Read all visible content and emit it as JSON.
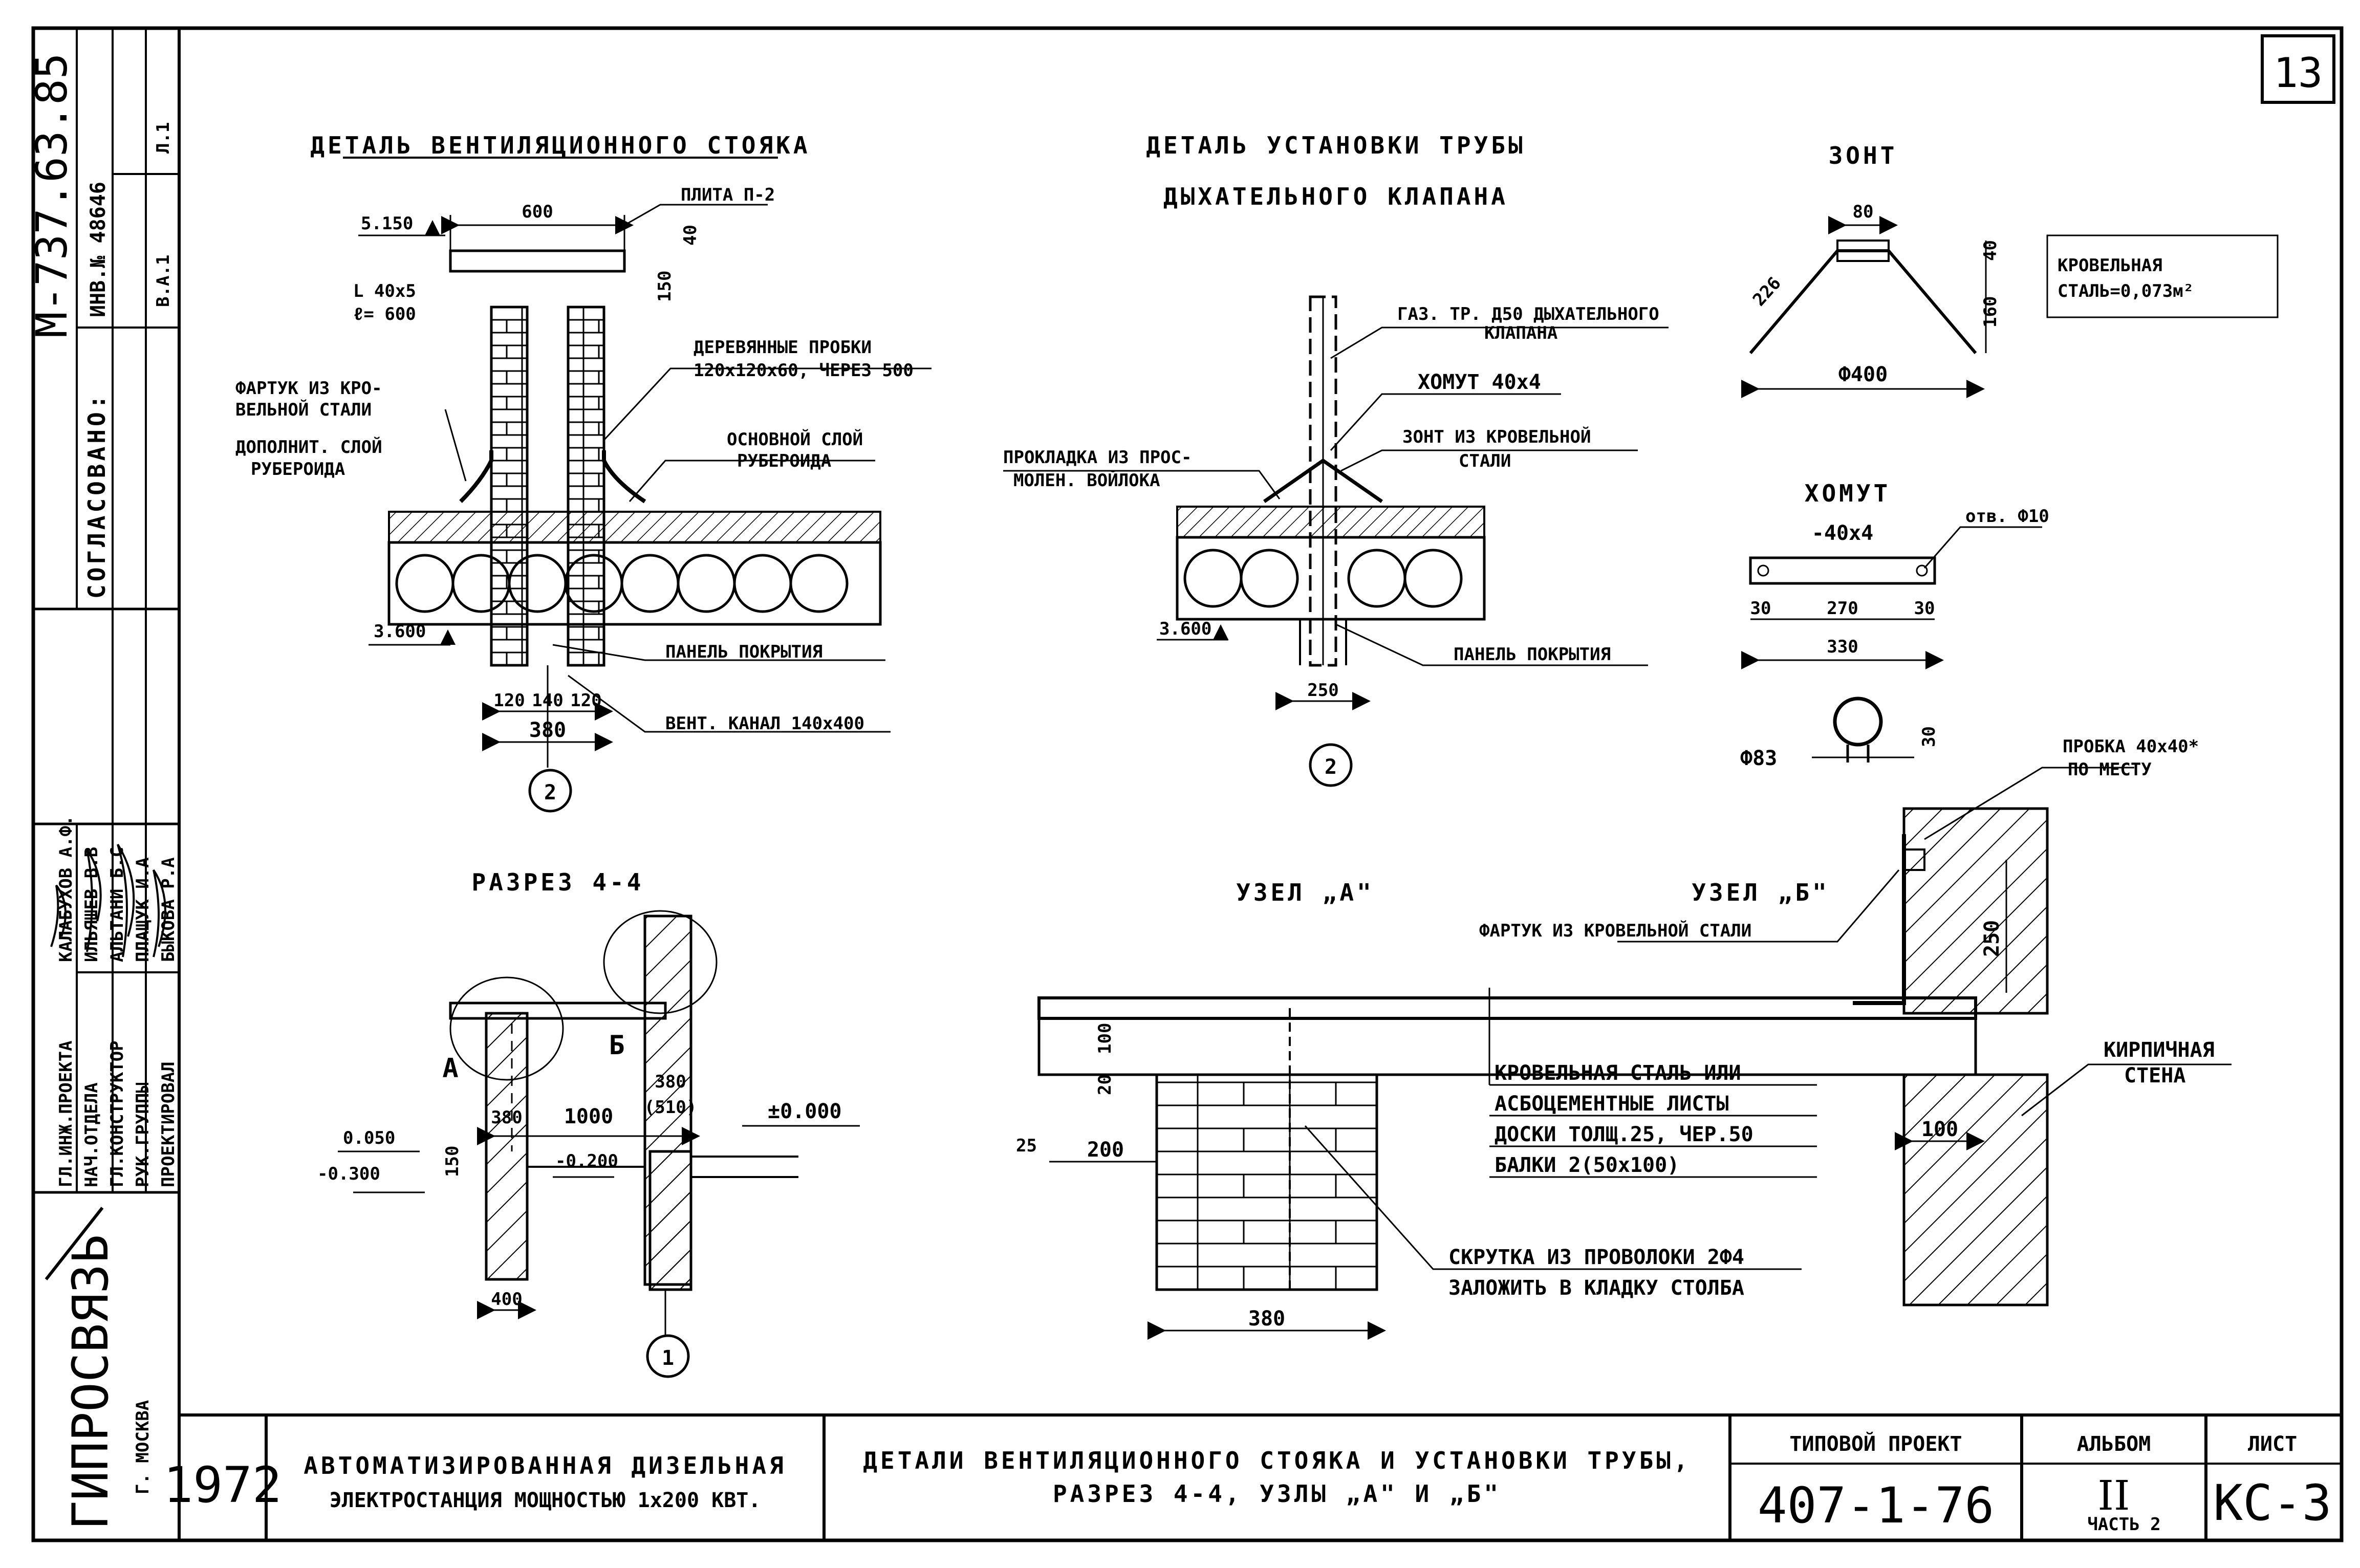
{
  "sheet": {
    "sheet_number": "13",
    "left_strip": {
      "code": "М-737.63.85",
      "inv": "ИНВ.№ 48646",
      "mark1": "Л.1",
      "mark2": "В.А.1",
      "agreed": "СОГЛАСОВАНО:",
      "org": "ГИПРОСВЯЗЬ",
      "city": "Г. МОСКВА",
      "roles": [
        "ГЛ.ИНЖ.ПРОЕКТА",
        "НАЧ.ОТДЕЛА",
        "ГЛ.КОНСТРУКТОР",
        "РУК.ГРУППЫ",
        "ПРОЕКТИРОВАЛ"
      ],
      "names": [
        "КАЛАБУХОВ А.Ф.",
        "ИЛЬЯШЕВ В.В",
        "АЛЬТАНИ Б.С",
        "ПЛАЩУК И.А",
        "БЫКОВА Р.А"
      ]
    },
    "title_block": {
      "year": "1972",
      "project_desc_1": "АВТОМАТИЗИРОВАННАЯ ДИЗЕЛЬНАЯ",
      "project_desc_2": "ЭЛЕКТРОСТАНЦИЯ МОЩНОСТЬЮ 1х200 КВТ.",
      "sheet_title_1": "ДЕТАЛИ ВЕНТИЛЯЦИОННОГО СТОЯКА И УСТАНОВКИ ТРУБЫ,",
      "sheet_title_2": "РАЗРЕЗ 4-4, УЗЛЫ „А\" И „Б\"",
      "typical_label": "ТИПОВОЙ ПРОЕКТ",
      "typical_value": "407-1-76",
      "album_label": "АЛЬБОМ",
      "album_value": "II",
      "album_part": "ЧАСТЬ 2",
      "sheet_label": "ЛИСТ",
      "sheet_value": "КС-3"
    }
  },
  "vent_detail": {
    "title": "ДЕТАЛЬ ВЕНТИЛЯЦИОННОГО СТОЯКА",
    "level_top": "5.150",
    "width_top": "600",
    "plate": "ПЛИТА П-2",
    "angle_1": "L 40x5",
    "angle_2": "ℓ= 600",
    "dim_40": "40",
    "dim_150": "150",
    "plugs_1": "ДЕРЕВЯННЫЕ ПРОБКИ",
    "plugs_2": "120x120x60, ЧЕРЕЗ 500",
    "apron_1": "ФАРТУК ИЗ КРО-",
    "apron_2": "ВЕЛЬНОЙ СТАЛИ",
    "extra_1": "ДОПОЛНИТ. СЛОЙ",
    "extra_2": "РУБЕРОИДА",
    "main_1": "ОСНОВНОЙ СЛОЙ",
    "main_2": "РУБЕРОИДА",
    "level_bottom": "3.600",
    "panel": "ПАНЕЛЬ ПОКРЫТИЯ",
    "dims": [
      "120",
      "140",
      "120"
    ],
    "dim_total": "380",
    "channel": "ВЕНТ. КАНАЛ 140х400",
    "axis": "2"
  },
  "pipe_detail": {
    "title_1": "ДЕТАЛЬ УСТАНОВКИ ТРУБЫ",
    "title_2": "ДЫХАТЕЛЬНОГО КЛАПАНА",
    "gas_1": "ГАЗ. ТР. Д50 ДЫХАТЕЛЬНОГО",
    "gas_2": "КЛАПАНА",
    "clamp": "ХОМУТ 40х4",
    "umbrella_1": "ЗОНТ ИЗ КРОВЕЛЬНОЙ",
    "umbrella_2": "СТАЛИ",
    "gasket_1": "ПРОКЛАДКА ИЗ ПРОС-",
    "gasket_2": "МОЛЕН. ВОЙЛОКА",
    "level": "3.600",
    "panel": "ПАНЕЛЬ ПОКРЫТИЯ",
    "dim": "250",
    "axis": "2"
  },
  "zont": {
    "title": "ЗОНТ",
    "dim_top": "80",
    "dim_40": "40",
    "dim_160": "160",
    "dim_slope": "226",
    "dim_dia": "Ф400",
    "note_1": "КРОВЕЛЬНАЯ",
    "note_2": "СТАЛЬ=0,073м²"
  },
  "homut": {
    "title": "ХОМУТ",
    "strip": "-40x4",
    "hole": "отв. Ф10",
    "dims": [
      "30",
      "270",
      "30"
    ],
    "total": "330",
    "dia": "Ф83",
    "dim_30": "30"
  },
  "razrez": {
    "title": "РАЗРЕЗ 4-4",
    "level_1": "0.050",
    "level_2": "-0.300",
    "level_3": "-0.200",
    "level_4": "±0.000",
    "dim_150": "150",
    "dim_380a": "380",
    "dim_1000": "1000",
    "dim_380b": "380",
    "dim_510": "(510)",
    "dim_400": "400",
    "node_a": "А",
    "node_b": "Б",
    "axis": "1"
  },
  "uzel_a": {
    "title": "УЗЕЛ „А\"",
    "dim_100": "100",
    "dim_20": "20",
    "dim_25": "25",
    "dim_200": "200",
    "dim_380": "380",
    "layers": [
      "КРОВЕЛЬНАЯ СТАЛЬ ИЛИ",
      "АСБОЦЕМЕНТНЫЕ ЛИСТЫ",
      "ДОСКИ ТОЛЩ.25, ЧЕР.50",
      "БАЛКИ 2(50x100)"
    ],
    "twist_1": "СКРУТКА ИЗ ПРОВОЛОКИ 2Ф4",
    "twist_2": "ЗАЛОЖИТЬ В КЛАДКУ СТОЛБА"
  },
  "uzel_b": {
    "title": "УЗЕЛ „Б\"",
    "apron": "ФАРТУК ИЗ КРОВЕЛЬНОЙ СТАЛИ",
    "plug_1": "ПРОБКА 40х40*",
    "plug_2": "ПО МЕСТУ",
    "dim_250": "250",
    "dim_100": "100",
    "wall_1": "КИРПИЧНАЯ",
    "wall_2": "СТЕНА"
  }
}
